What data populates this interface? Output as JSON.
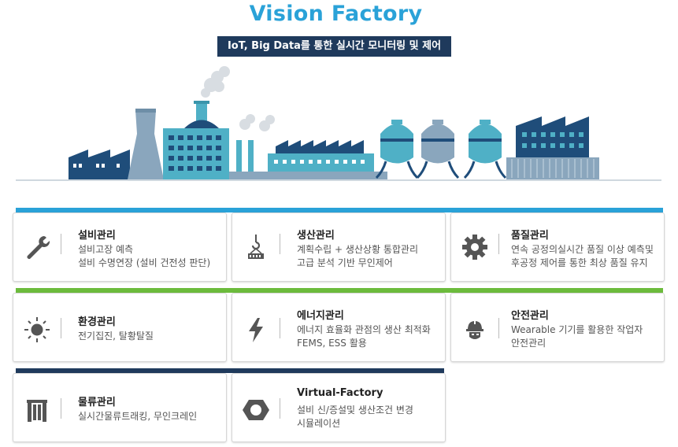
{
  "header": {
    "title": "Vision Factory",
    "subtitle": "IoT, Big Data를 통한 실시간 모니터링 및 제어"
  },
  "colors": {
    "title": "#2aa2d8",
    "subtitle_bg": "#1f3a5c",
    "band_blue": "#2aa2d8",
    "band_green": "#6cbb3c",
    "band_navy": "#1f3a5c",
    "icon": "#555555"
  },
  "cards": [
    {
      "title": "설비관리",
      "lines": [
        "설비고장 예측",
        "설비 수명연장 (설비 건전성 판단)"
      ],
      "icon": "wrench-icon"
    },
    {
      "title": "생산관리",
      "lines": [
        "계획수립 + 생산상황 통합관리",
        "고급 분석 기반 무인제어"
      ],
      "icon": "crane-hook-icon"
    },
    {
      "title": "품질관리",
      "lines": [
        "연속 공정의실시간 품질 이상 예측및",
        "후공정 제어를 통한 최상 품질 유지"
      ],
      "icon": "gear-icon"
    },
    {
      "title": "환경관리",
      "lines": [
        "전기집진, 탈황탈질"
      ],
      "icon": "sun-icon"
    },
    {
      "title": "에너지관리",
      "lines": [
        "에너지 효율화 관점의 생산 최적화",
        "FEMS, ESS 활용"
      ],
      "icon": "lightning-icon"
    },
    {
      "title": "안전관리",
      "lines": [
        "Wearable 기기를 활용한 작업자",
        "안전관리"
      ],
      "icon": "safety-helmet-icon"
    },
    {
      "title": "물류관리",
      "lines": [
        "실시간물류트래킹, 무인크레인"
      ],
      "icon": "gate-icon"
    },
    {
      "title": "Virtual-Factory",
      "lines": [
        "설비 신/증설및 생산조건 변경",
        "시뮬레이션"
      ],
      "icon": "hex-nut-icon"
    }
  ]
}
